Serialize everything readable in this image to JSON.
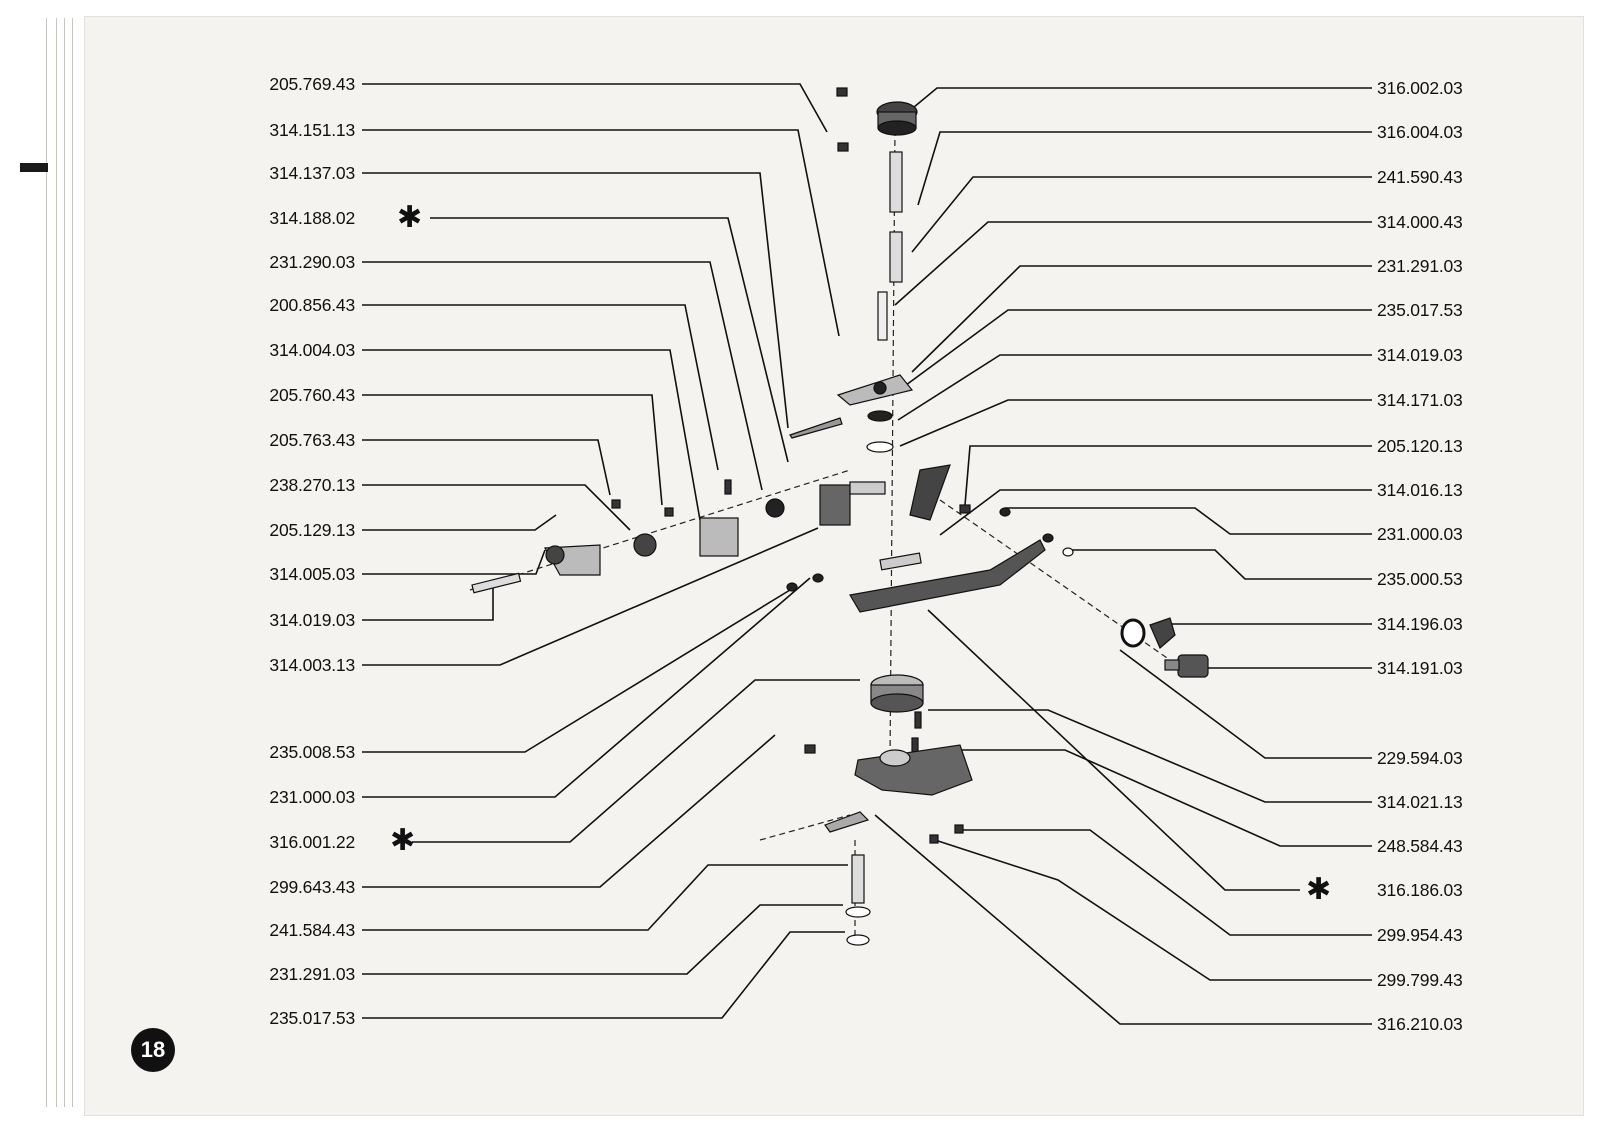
{
  "left_labels": [
    "205.769.43",
    "314.151.13",
    "314.137.03",
    "314.188.02",
    "231.290.03",
    "200.856.43",
    "314.004.03",
    "205.760.43",
    "205.763.43",
    "238.270.13",
    "205.129.13",
    "314.005.03",
    "314.019.03",
    "314.003.13",
    "235.008.53",
    "231.000.03",
    "316.001.22",
    "299.643.43",
    "241.584.43",
    "231.291.03",
    "235.017.53"
  ],
  "right_labels": [
    "316.002.03",
    "316.004.03",
    "241.590.43",
    "314.000.43",
    "231.291.03",
    "235.017.53",
    "314.019.03",
    "314.171.03",
    "205.120.13",
    "314.016.13",
    "231.000.03",
    "235.000.53",
    "314.196.03",
    "314.191.03",
    "229.594.03",
    "314.021.13",
    "248.584.43",
    "316.186.03",
    "299.954.43",
    "299.799.43",
    "316.210.03"
  ],
  "page_number": "18",
  "icons": {
    "asterisk": "asterisk-icon"
  }
}
